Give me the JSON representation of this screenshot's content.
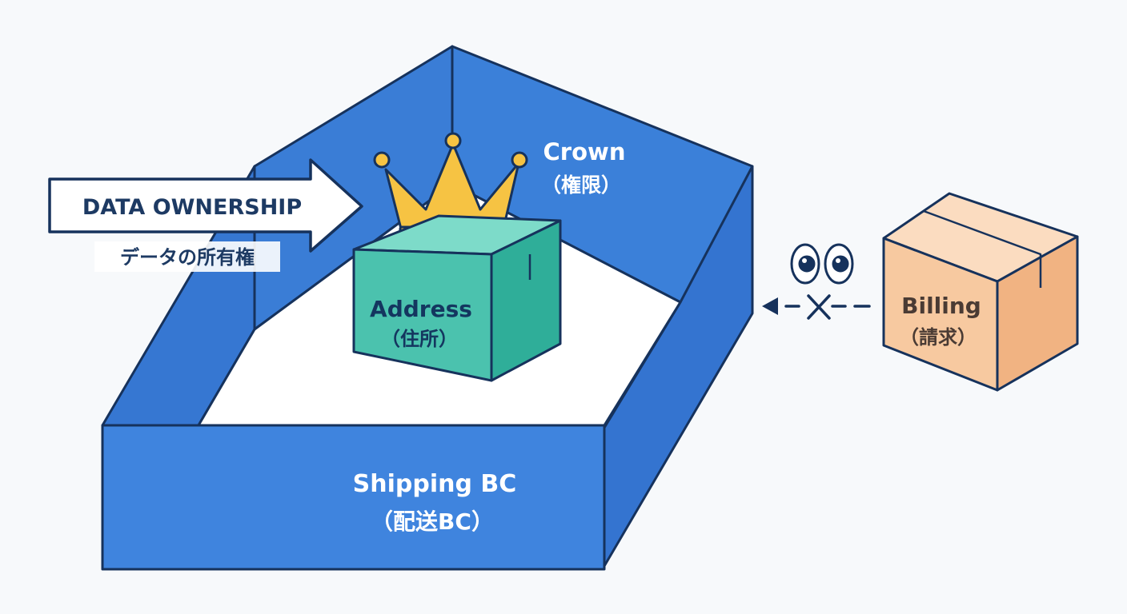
{
  "arrow_label": {
    "title": "DATA OWNERSHIP",
    "subtitle": "データの所有権"
  },
  "crown_label": {
    "title": "Crown",
    "subtitle": "（権限）"
  },
  "address_box": {
    "title": "Address",
    "subtitle": "（住所）"
  },
  "billing_box": {
    "title": "Billing",
    "subtitle": "（請求）"
  },
  "boundary": {
    "title": "Shipping BC",
    "subtitle": "（配送BC）"
  },
  "colors": {
    "wall": "#3b7fd8",
    "wall_dark": "#2f6cc6",
    "wall_front": "#3f84de",
    "outline": "#16325c",
    "crown": "#f6c343",
    "teal_top": "#7ddbc9",
    "teal_front": "#4bc2ae",
    "teal_side": "#2fae99",
    "billing_top": "#fbdcc0",
    "billing_front": "#f7c9a0",
    "billing_side": "#f1b382",
    "background": "#f7f9fb"
  }
}
